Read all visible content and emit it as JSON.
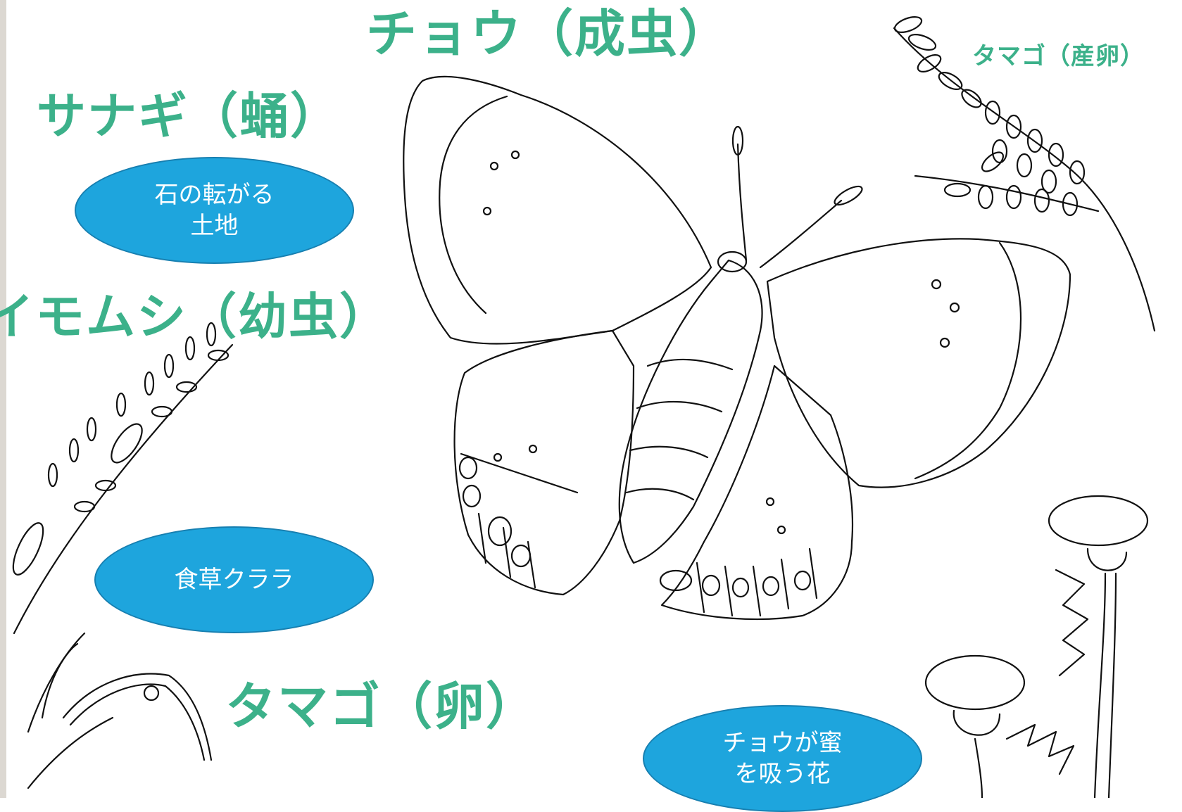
{
  "headings": {
    "adult": "チョウ（成虫）",
    "pupa": "サナギ（蛹）",
    "larva": "イモムシ（幼虫）",
    "egg": "タマゴ（卵）",
    "egg_laying": "タマゴ（産卵）"
  },
  "bubbles": {
    "pupa_place": "石の転がる\n土地",
    "food_plant": "食草クララ",
    "nectar_flower": "チョウが蜜\nを吸う花"
  },
  "colors": {
    "heading_green": "#3cb18a",
    "bubble_blue": "#1ea5dd"
  }
}
